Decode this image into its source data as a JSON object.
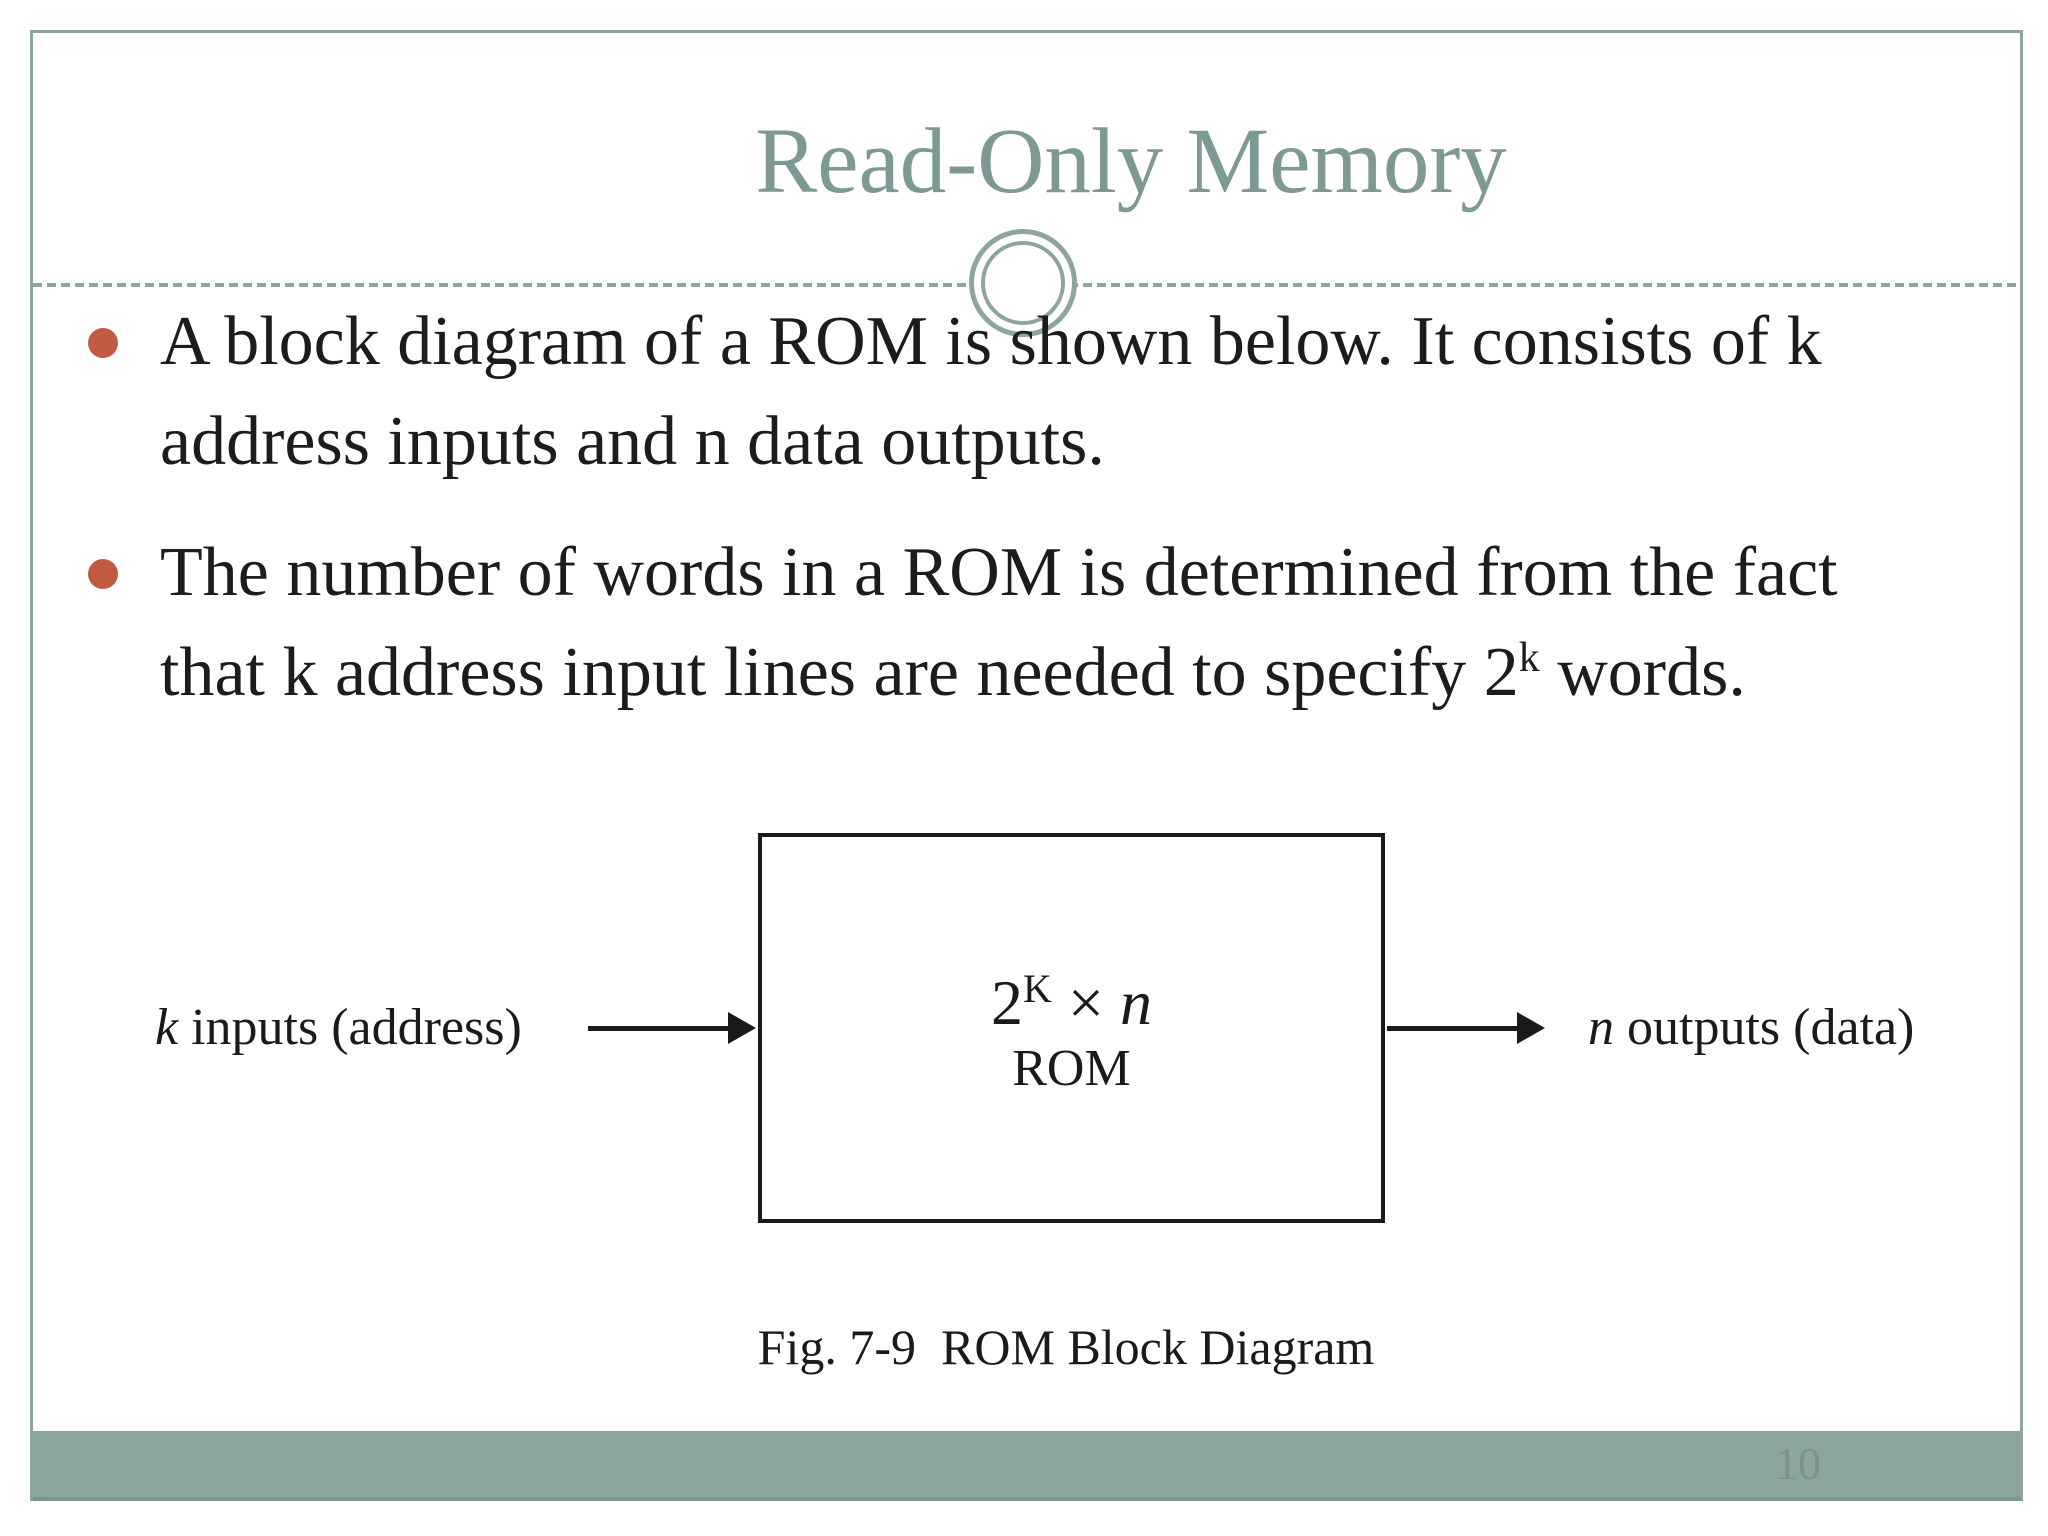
{
  "title": "Read-Only Memory",
  "bullets": [
    {
      "text": "A block diagram of a ROM is shown below. It consists of k\naddress inputs and n data outputs."
    },
    {
      "text_before_sup": "The number of words in a ROM is determined from the fact\nthat k address input lines are needed to specify 2",
      "sup": "k",
      "text_after_sup": " words."
    }
  ],
  "diagram": {
    "input_label": {
      "var": "k",
      "rest": " inputs (address)"
    },
    "box": {
      "base": "2",
      "sup": "K",
      "times": " × ",
      "var": "n",
      "name": "ROM"
    },
    "output_label": {
      "var": "n",
      "rest": " outputs (data)"
    },
    "caption": "Fig. 7-9  ROM Block Diagram"
  },
  "footer": {
    "page_number": "10"
  },
  "colors": {
    "accent_sage": "#8ca69f",
    "title_text": "#7d9993",
    "bullet_marker": "#c05a43",
    "body_text": "#1c1c1c",
    "diagram_ink": "#1a1a1a",
    "footer_bar": "#8ba59e",
    "page_number_text": "#7c918c"
  }
}
